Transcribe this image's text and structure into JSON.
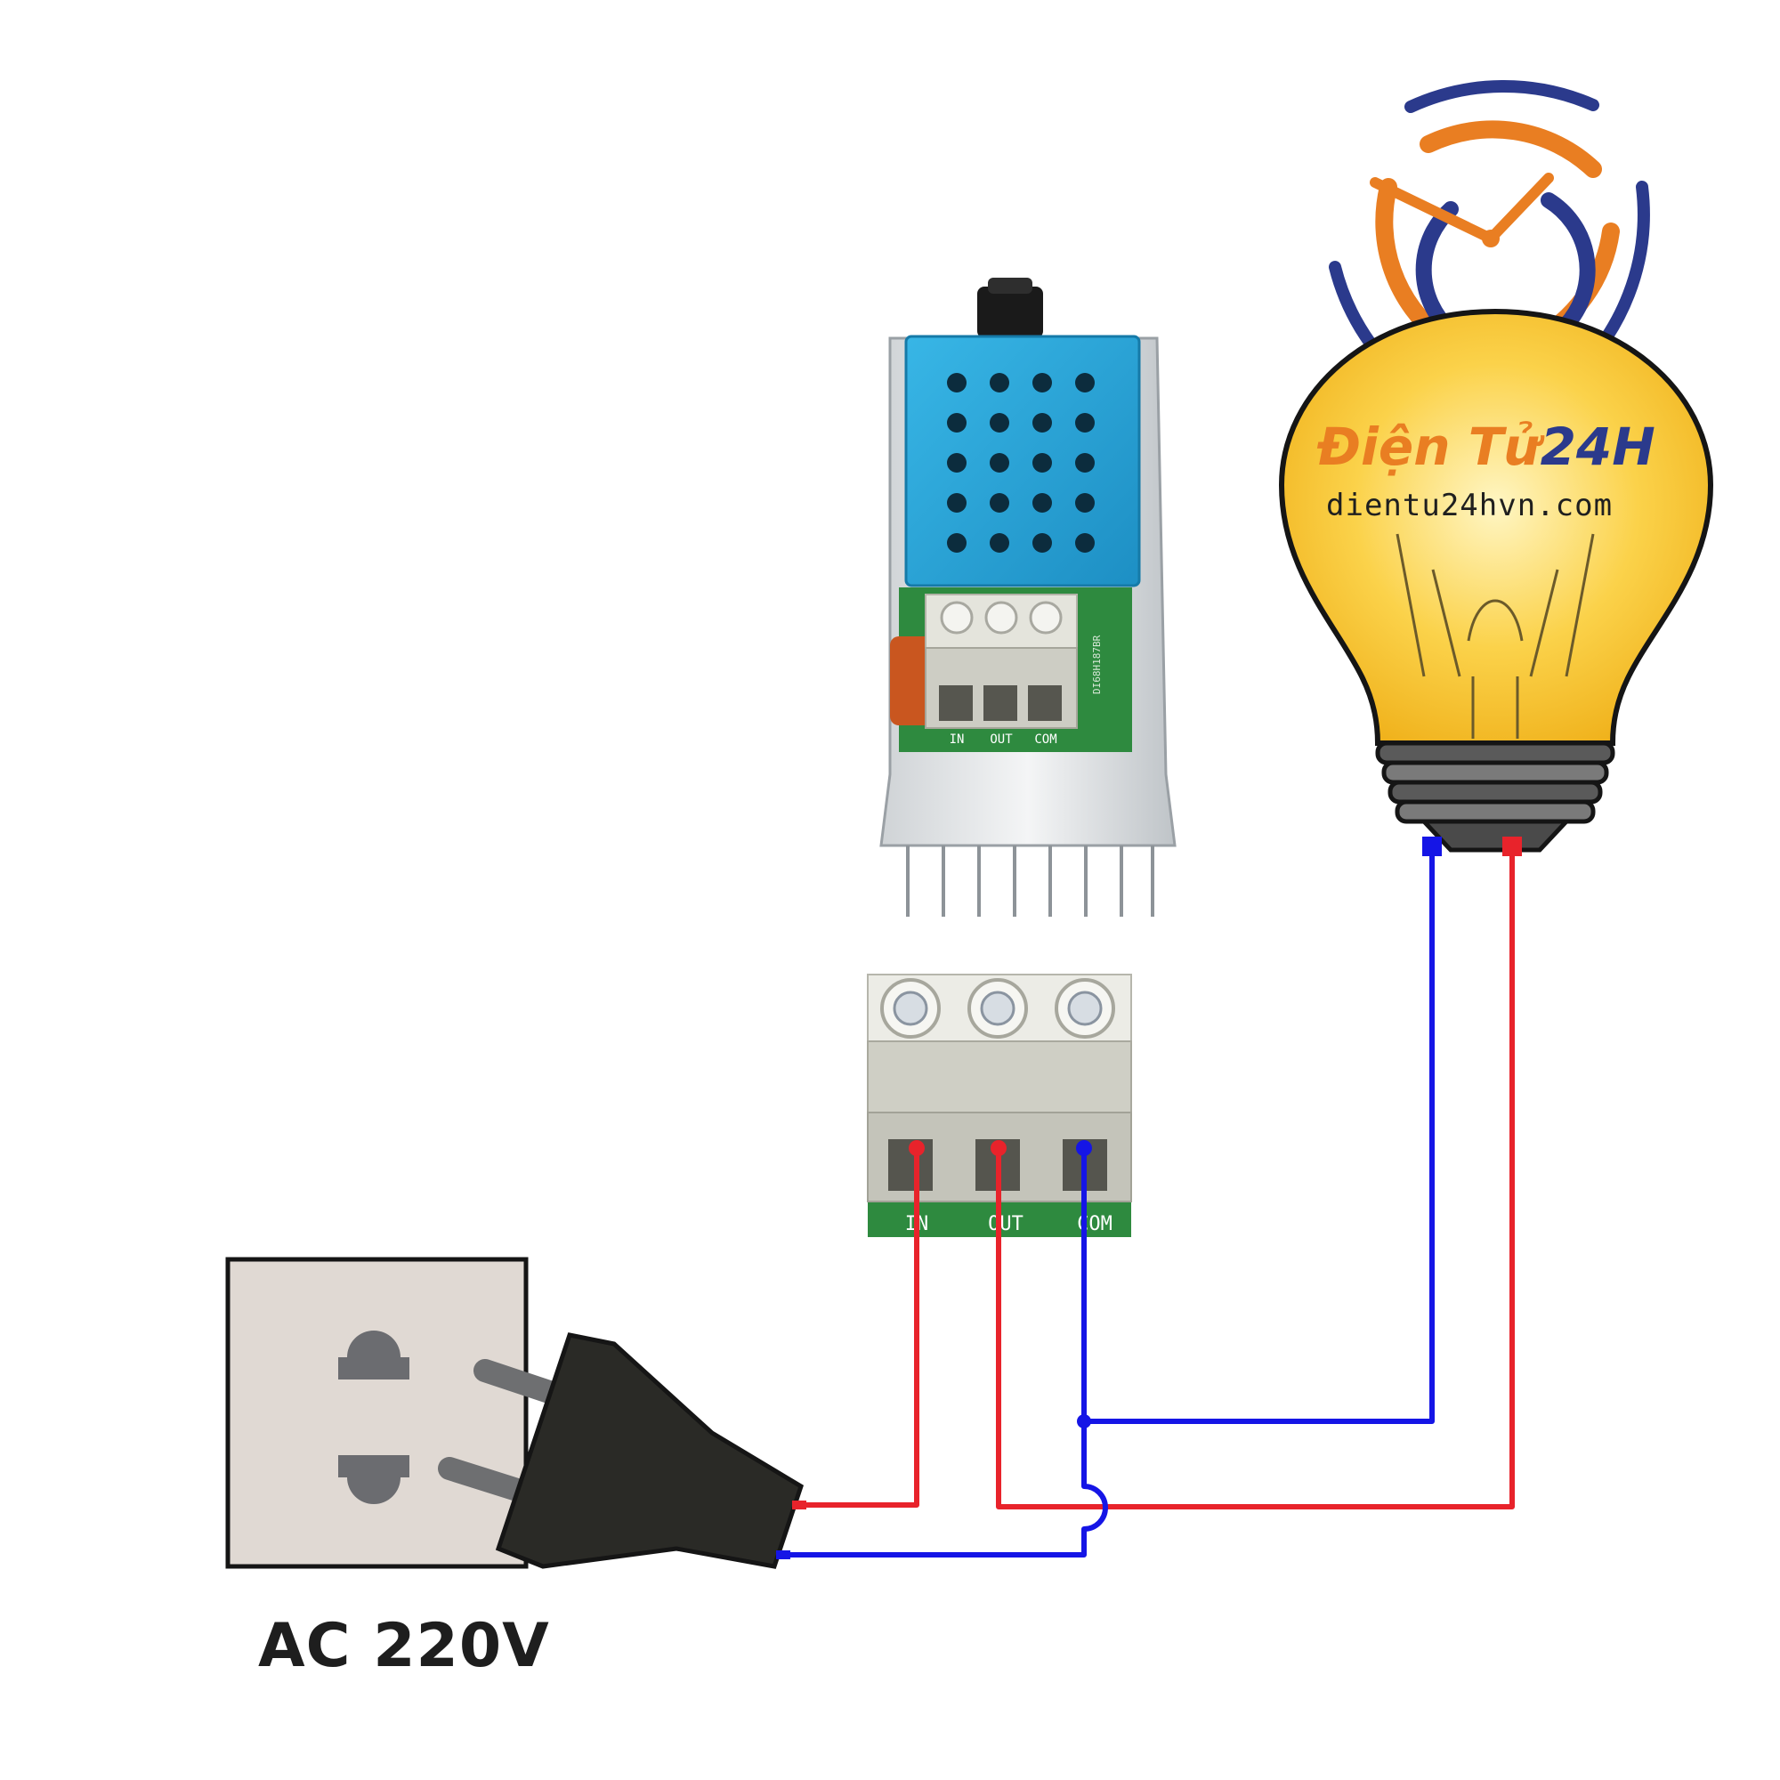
{
  "brand": {
    "name_part1": "Điện Tử",
    "name_part2": "24H",
    "url": "dientu24hvn.com"
  },
  "power_source": {
    "label": "AC 220V"
  },
  "terminals": {
    "in": "IN",
    "out": "OUT",
    "com": "COM"
  },
  "board_marking": "DI68H187BR",
  "colors": {
    "live_wire": "#e8232b",
    "neutral_wire": "#1515e6",
    "heatsink_cover": "#2aa6d6",
    "brand_orange": "#e97e22",
    "brand_blue": "#2b3a8c",
    "bulb_glass": "#fbd24a",
    "socket_face": "#e0d9d3",
    "plug_body": "#2a2a26"
  },
  "icons": [
    "clock-logo-icon",
    "light-bulb-icon",
    "wall-socket-icon",
    "power-plug-icon",
    "dimmer-module-icon",
    "terminal-block-icon"
  ]
}
